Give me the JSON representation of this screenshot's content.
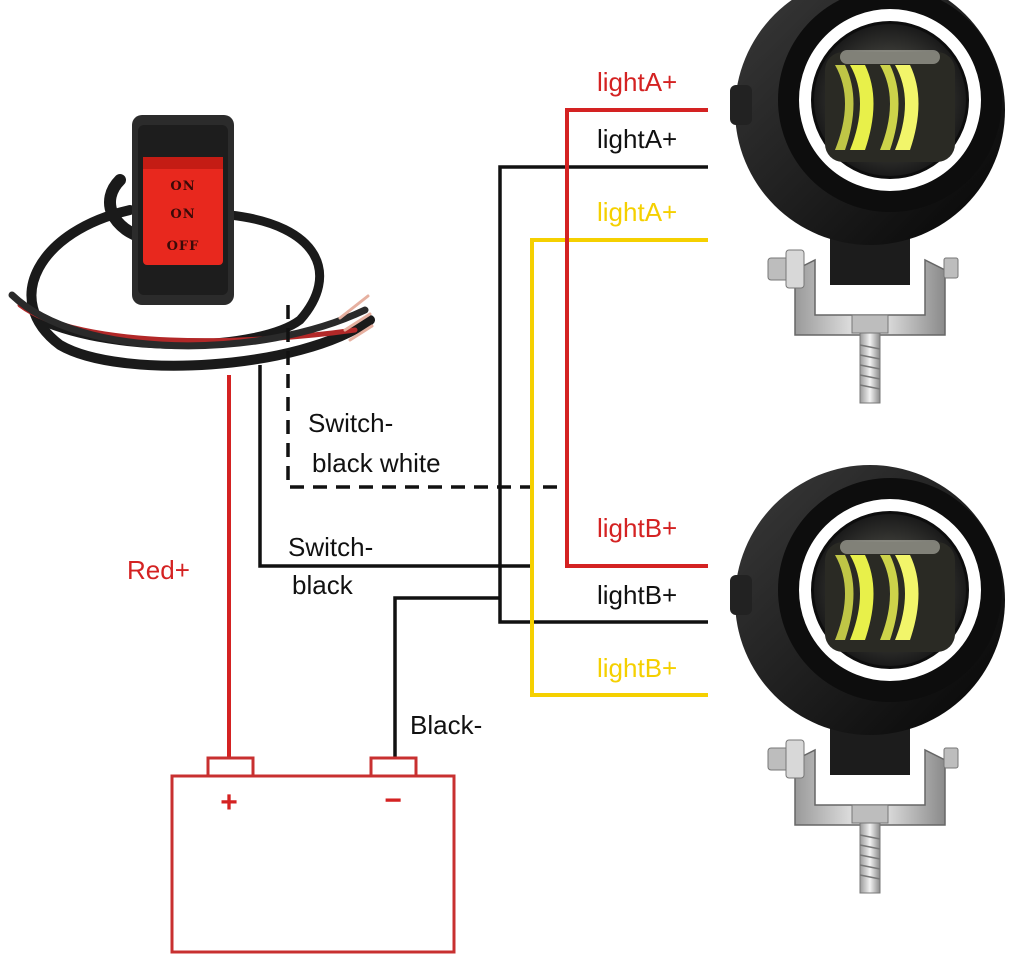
{
  "switch_labels": [
    "ON",
    "ON",
    "OFF"
  ],
  "battery": {
    "positive_sign": "+",
    "negative_sign": "−"
  },
  "wire_labels": {
    "red_plus": "Red+",
    "black_minus": "Black-",
    "switch_black_line1": "Switch-",
    "switch_black_line2": "black",
    "switch_bw_line1": "Switch-",
    "switch_bw_line2": "black white"
  },
  "light_a_labels": [
    "lightA+",
    "lightA+",
    "lightA+"
  ],
  "light_b_labels": [
    "lightB+",
    "lightB+",
    "lightB+"
  ],
  "colors": {
    "red": "#d42222",
    "black": "#111111",
    "yellow": "#f5d000",
    "battery_outline": "#c83030"
  }
}
